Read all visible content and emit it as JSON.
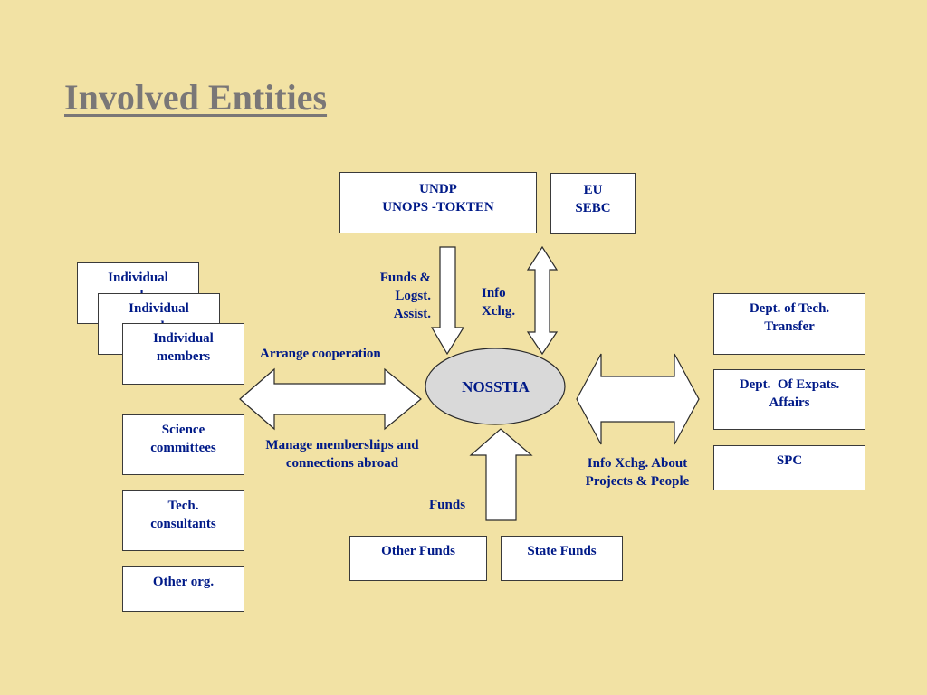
{
  "slide": {
    "title": "Involved Entities"
  },
  "center": {
    "label": "NOSSTIA"
  },
  "boxes": {
    "undp": {
      "line1": "UNDP",
      "line2": "UNOPS -TOKTEN"
    },
    "eu": {
      "line1": "EU",
      "line2": "SEBC"
    },
    "individual_back": {
      "line1": "Individual",
      "line2": "members"
    },
    "individual_mid": {
      "line1": "Individual",
      "line2": "members"
    },
    "individual_front": {
      "line1": "Individual",
      "line2": "members"
    },
    "science": {
      "line1": "Science",
      "line2": "committees"
    },
    "tech_consultants": {
      "line1": "Tech.",
      "line2": "consultants"
    },
    "other_org": {
      "line1": "Other org."
    },
    "dept_tech": {
      "line1": "Dept. of Tech.",
      "line2": "Transfer"
    },
    "dept_expats": {
      "line1": "Dept.  Of Expats.",
      "line2": "Affairs"
    },
    "spc": {
      "line1": "SPC"
    },
    "other_funds": {
      "line1": "Other Funds"
    },
    "state_funds": {
      "line1": "State Funds"
    }
  },
  "labels": {
    "funds_logst": [
      "Funds &",
      "Logst.",
      "Assist."
    ],
    "info_xchg": [
      "Info",
      "Xchg."
    ],
    "arrange": "Arrange cooperation",
    "manage": [
      "Manage memberships and",
      "connections abroad"
    ],
    "info_about": [
      "Info Xchg. About",
      "Projects & People"
    ],
    "funds": "Funds"
  },
  "colors": {
    "background": "#f2e2a4",
    "text": "#001a88",
    "title": "#7a7777",
    "ellipse_fill": "#d9d9d9"
  }
}
